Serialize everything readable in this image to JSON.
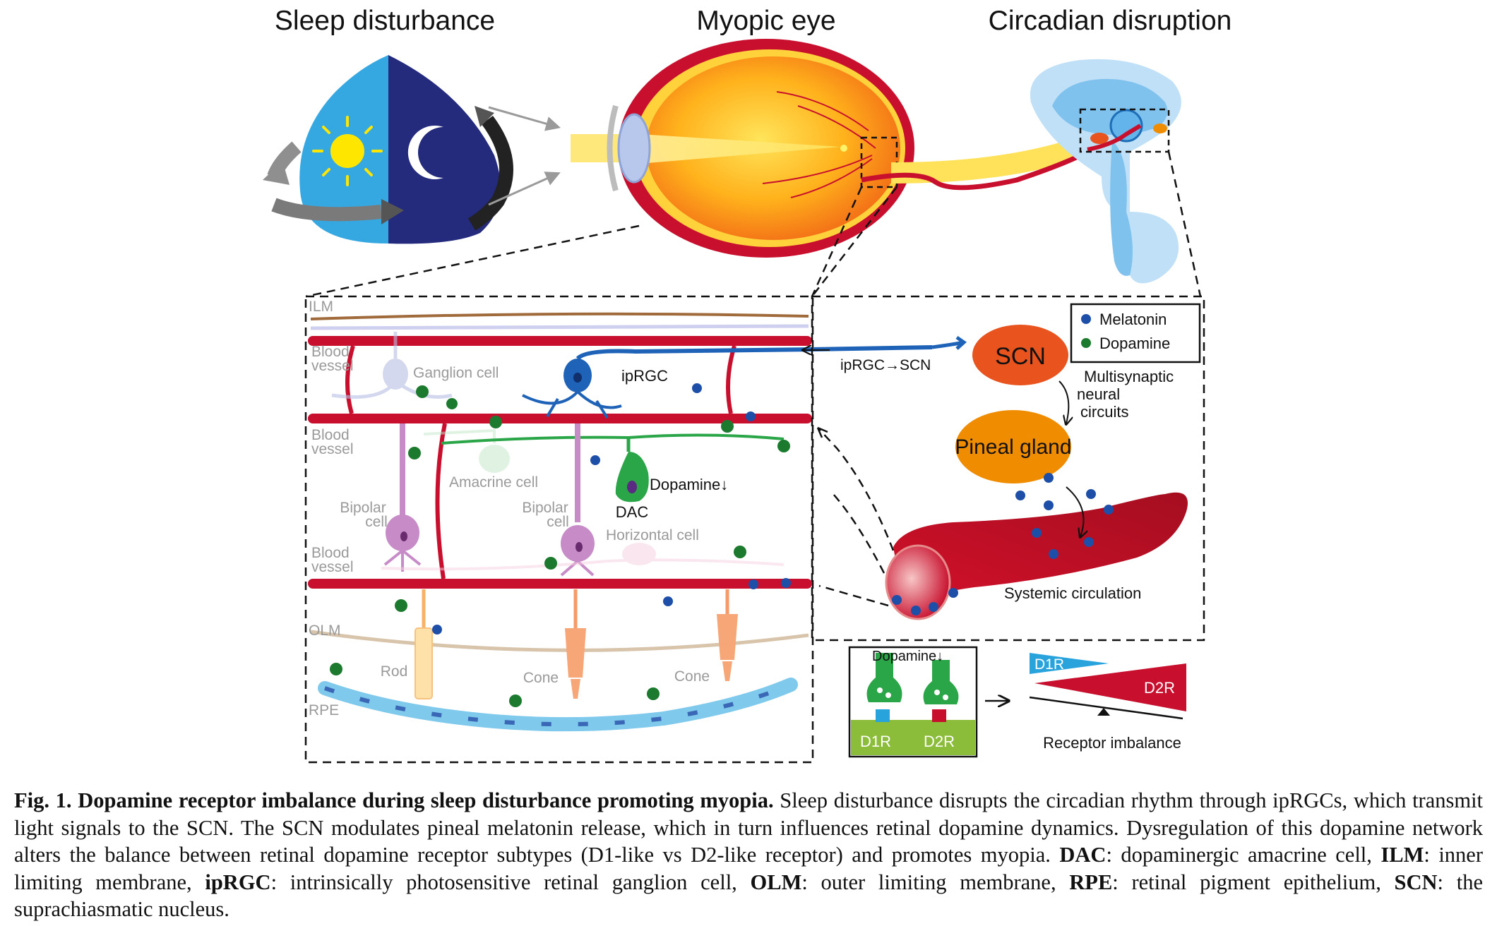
{
  "figure": {
    "headings": {
      "sleep": "Sleep disturbance",
      "eye": "Myopic eye",
      "circadian": "Circadian disruption"
    },
    "retina": {
      "layers": {
        "ilm": "ILM",
        "blood_vessel_line1": "Blood",
        "blood_vessel_line2": "vessel",
        "olm": "OLM",
        "rpe": "RPE"
      },
      "cells": {
        "ganglion": "Ganglion cell",
        "iprgc": "ipRGC",
        "amacrine": "Amacrine cell",
        "dac": "DAC",
        "dopamine_down": "Dopamine↓",
        "bipolar_line1": "Bipolar",
        "bipolar_line2": "cell",
        "horizontal": "Horizontal cell",
        "rod": "Rod",
        "cone": "Cone"
      }
    },
    "circuit": {
      "iprgc_to_scn": "ipRGC→SCN",
      "scn": "SCN",
      "multisynaptic_line1": "Multisynaptic",
      "multisynaptic_line2": "neural",
      "multisynaptic_line3": "circuits",
      "pineal": "Pineal gland",
      "systemic": "Systemic circulation",
      "legend": {
        "melatonin": "Melatonin",
        "dopamine": "Dopamine"
      }
    },
    "receptor": {
      "dopamine_label": "Dopamine↓",
      "d1r": "D1R",
      "d2r": "D2R",
      "imbalance": "Receptor imbalance"
    },
    "colors": {
      "melatonin": "#1e4fa8",
      "dopamine": "#1c7a2e",
      "vessel": "#c8102e",
      "d1r": "#29a3dc",
      "d2r": "#c8102e",
      "scn": "#e8531e",
      "pineal": "#f08c00"
    }
  },
  "caption": {
    "label": "Fig. 1.",
    "title": "Dopamine receptor imbalance during sleep disturbance promoting myopia.",
    "body": "Sleep disturbance disrupts the circadian rhythm through ipRGCs, which transmit light signals to the SCN. The SCN modulates pineal melatonin release, which in turn influences retinal dopamine dynamics. Dysregulation of this dopamine network alters the balance between retinal dopamine receptor subtypes (D1-like vs D2-like receptor) and promotes myopia.",
    "abbrev": [
      {
        "term": "DAC",
        "def": ": dopaminergic amacrine cell, "
      },
      {
        "term": "ILM",
        "def": ": inner limiting membrane, "
      },
      {
        "term": "ipRGC",
        "def": ": intrinsically photosensitive retinal ganglion cell, "
      },
      {
        "term": "OLM",
        "def": ": outer limiting membrane, "
      },
      {
        "term": "RPE",
        "def": ": retinal pigment epithelium, "
      },
      {
        "term": "SCN",
        "def": ": the suprachiasmatic nucleus."
      }
    ]
  }
}
